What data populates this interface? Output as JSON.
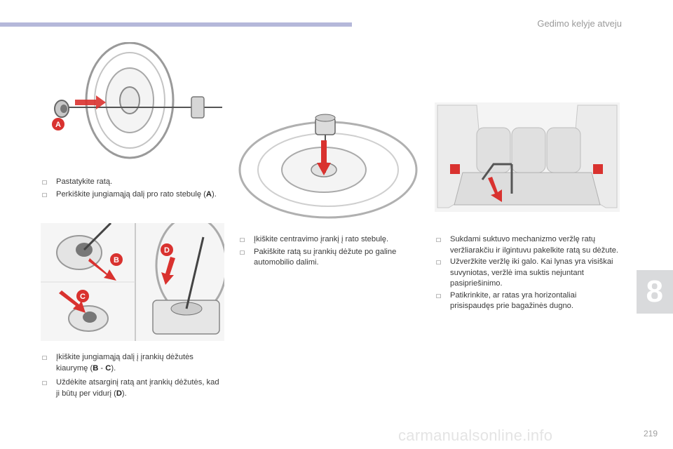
{
  "header": {
    "title": "Gedimo kelyje atveju"
  },
  "chapter": {
    "number": "8"
  },
  "page": {
    "number": "219"
  },
  "watermark": "carmanualsonline.info",
  "figures": {
    "a_label": "A",
    "b_label": "B",
    "c_label": "C",
    "d_label": "D"
  },
  "block1": {
    "b1": "Pastatykite ratą.",
    "b2_pre": "Perkiškite jungiamąją dalį pro rato stebulę (",
    "b2_bold": "A",
    "b2_post": ")."
  },
  "block2": {
    "b1_pre": "Įkiškite jungiamąją dalį į įrankių dėžutės kiaurymę (",
    "b1_bold1": "B",
    "b1_mid": " - ",
    "b1_bold2": "C",
    "b1_post": ").",
    "b2_pre": "Uždėkite atsarginį ratą ant įrankių dėžutės, kad ji būtų per vidurį (",
    "b2_bold": "D",
    "b2_post": ")."
  },
  "block3": {
    "b1": "Įkiškite centravimo įrankį į rato stebulę.",
    "b2": "Pakiškite ratą su įrankių dėžute po galine automobilio dalimi."
  },
  "block4": {
    "b1": "Sukdami suktuvo mechanizmo veržlę ratų veržliarakčiu ir ilgintuvu pakelkite ratą su dėžute.",
    "b2": "Užveržkite veržlę iki galo. Kai lynas yra visiškai suvyniotas, veržlė ima suktis nejuntant pasipriešinimo.",
    "b3": "Patikrinkite, ar ratas yra horizontaliai prisispaudęs prie bagažinės dugno."
  },
  "colors": {
    "accent_bar": "#b5b8da",
    "marker_red": "#d9322f",
    "chapter_tab": "#d9dadc"
  }
}
